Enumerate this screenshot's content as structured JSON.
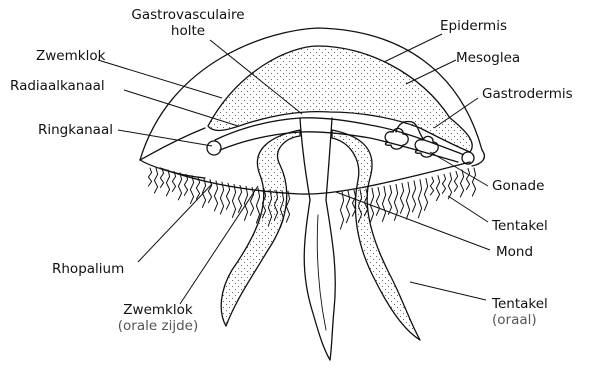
{
  "labels": {
    "gastrovascular_line1": "Gastrovasculaire",
    "gastrovascular_line2": "holte",
    "zwemklok_top": "Zwemklok",
    "radiaalkanaal": "Radiaalkanaal",
    "ringkanaal": "Ringkanaal",
    "rhopalium": "Rhopalium",
    "zwemklok_bottom": "Zwemklok",
    "zwemklok_bottom_sub": "(orale zijde)",
    "epidermis": "Epidermis",
    "mesoglea": "Mesoglea",
    "gastrodermis": "Gastrodermis",
    "gonade": "Gonade",
    "tentakel": "Tentakel",
    "mond": "Mond",
    "tentakel_oraal": "Tentakel",
    "tentakel_oraal_sub": "(oraal)"
  },
  "colors": {
    "ink": "#111111",
    "stipple": "#444444",
    "background": "#ffffff"
  }
}
